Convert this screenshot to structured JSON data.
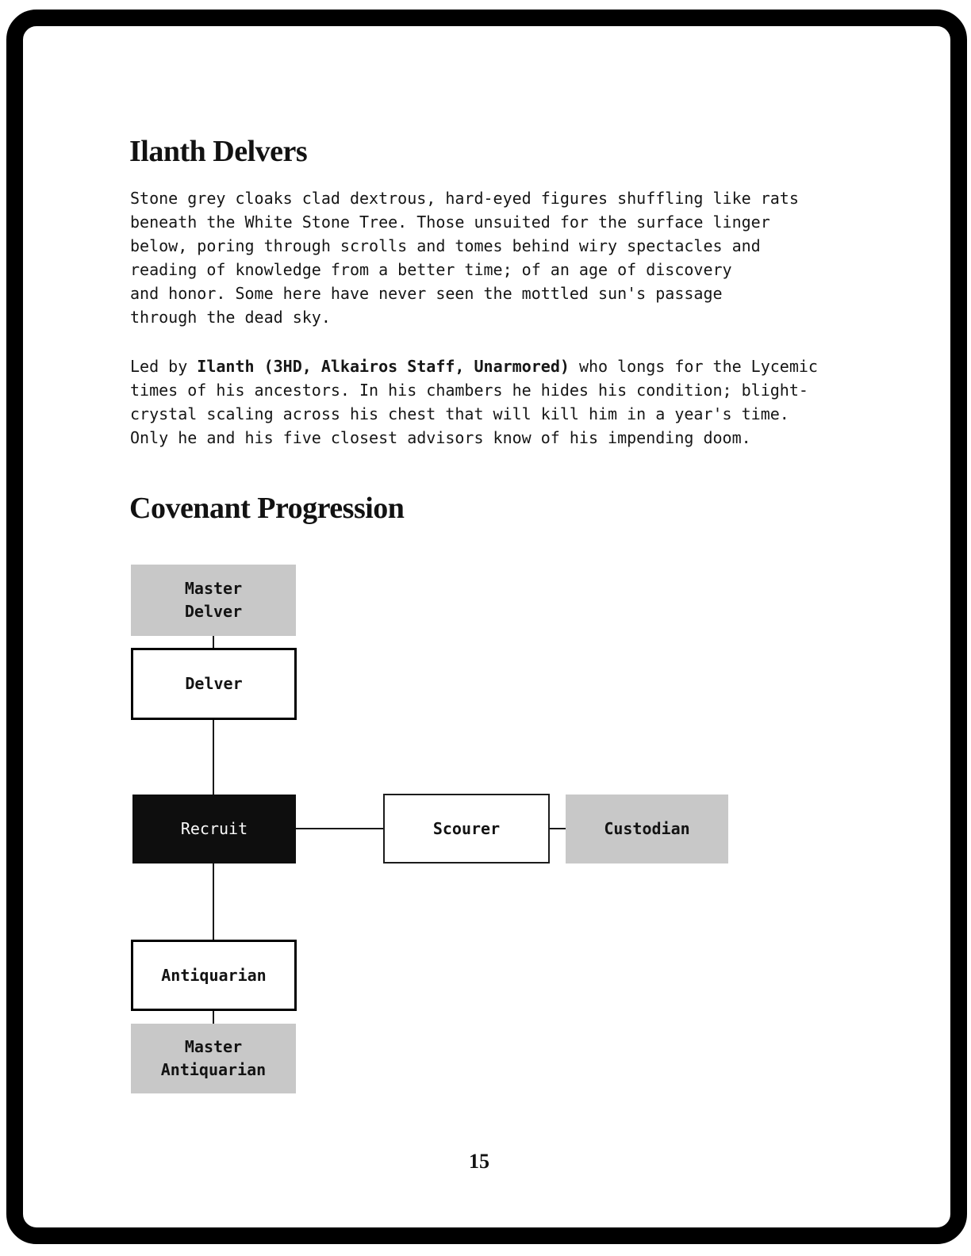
{
  "colors": {
    "grey_fill": "#c8c8c8",
    "black_fill": "#0e0e0e",
    "line": "#1a1a1a",
    "frame": "#000000"
  },
  "heading1": "Ilanth Delvers",
  "paragraph1_lines": [
    "Stone grey cloaks clad dextrous, hard-eyed figures shuffling like rats",
    "beneath the White Stone Tree. Those unsuited for the surface linger",
    "below, poring through scrolls and tomes behind wiry spectacles and",
    "reading of knowledge from a better time; of an age of discovery",
    "and honor. Some here have never seen the mottled sun's passage",
    "through the dead sky."
  ],
  "paragraph2": {
    "pre": "Led by ",
    "bold": "Ilanth (3HD, Alkairos Staff, Unarmored)",
    "post": " who longs for the Lycemic",
    "lines": [
      "times of his ancestors. In his chambers he hides his condition; blight-",
      "crystal scaling across his chest that will kill him in a year's time.",
      "Only he and his five closest advisors know of his impending doom."
    ]
  },
  "heading2": "Covenant Progression",
  "diagram": {
    "master_delver": {
      "line1": "Master",
      "line2": "Delver"
    },
    "delver": {
      "label": "Delver"
    },
    "recruit": {
      "label": "Recruit"
    },
    "scourer": {
      "label": "Scourer"
    },
    "custodian": {
      "label": "Custodian"
    },
    "antiquarian": {
      "label": "Antiquarian"
    },
    "master_antiquarian": {
      "line1": "Master",
      "line2": "Antiquarian"
    }
  },
  "page_number": "15"
}
